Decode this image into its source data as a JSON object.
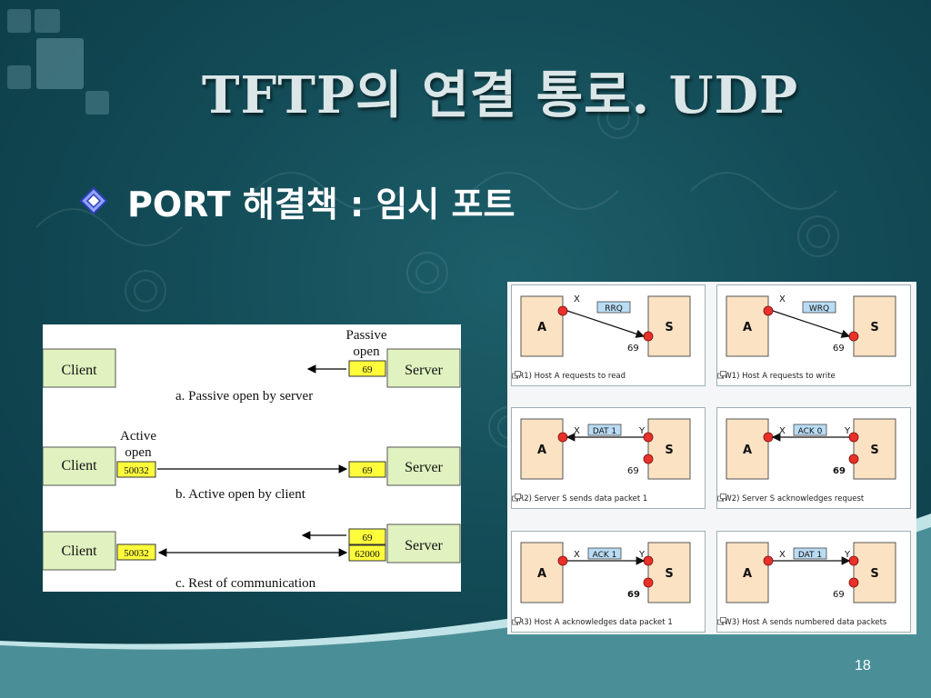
{
  "slide": {
    "title": "TFTP의 연결 통로. UDP",
    "bullet": "PORT 해결책 : 임시 포트",
    "page_number": "18"
  },
  "colors": {
    "background": "#134c57",
    "title": "#dbe6e8",
    "bullet_icon": "#5b6fe0",
    "box_green": "#dff2bf",
    "port_yellow": "#fffc3c",
    "host_box": "#fbe2c2",
    "endpoint_red": "#e8312a",
    "label_blue": "#b9dcf4"
  },
  "figure_left": {
    "rows": [
      {
        "client": "",
        "client_port": "",
        "annotation": "Passive\nopen",
        "server": "Server",
        "server_ports": [
          "69"
        ],
        "caption": "a. Passive open by server"
      },
      {
        "client": "Client",
        "client_port": "50032",
        "annotation": "Active\nopen",
        "server": "Server",
        "server_ports": [
          "69"
        ],
        "caption": "b. Active open by client"
      },
      {
        "client": "Client",
        "client_port": "50032",
        "annotation": "",
        "server": "Server",
        "server_ports": [
          "69",
          "62000"
        ],
        "caption": "c. Rest of communication"
      }
    ],
    "row_a_client": "Client",
    "annot_passive_1": "Passive",
    "annot_passive_2": "open",
    "annot_active_1": "Active",
    "annot_active_2": "open"
  },
  "figure_right": {
    "panels": [
      {
        "caption": "(R1) Host A requests to read",
        "host_a": "A",
        "host_s": "S",
        "left_label": "X",
        "right_label": "",
        "port": "69",
        "message": "RRQ"
      },
      {
        "caption": "(W1) Host A requests to write",
        "host_a": "A",
        "host_s": "S",
        "left_label": "X",
        "right_label": "",
        "port": "69",
        "message": "WRQ"
      },
      {
        "caption": "(R2) Server S sends data packet 1",
        "host_a": "A",
        "host_s": "S",
        "left_label": "X",
        "right_label": "Y",
        "port": "69",
        "message": "DAT 1"
      },
      {
        "caption": "(W2) Server S acknowledges request",
        "host_a": "A",
        "host_s": "S",
        "left_label": "X",
        "right_label": "Y",
        "port": "69",
        "message": "ACK 0"
      },
      {
        "caption": "(R3) Host A acknowledges data packet 1",
        "host_a": "A",
        "host_s": "S",
        "left_label": "X",
        "right_label": "Y",
        "port": "69",
        "message": "ACK 1"
      },
      {
        "caption": "(W3) Host A sends numbered data packets",
        "host_a": "A",
        "host_s": "S",
        "left_label": "X",
        "right_label": "Y",
        "port": "69",
        "message": "DAT 1"
      }
    ]
  }
}
